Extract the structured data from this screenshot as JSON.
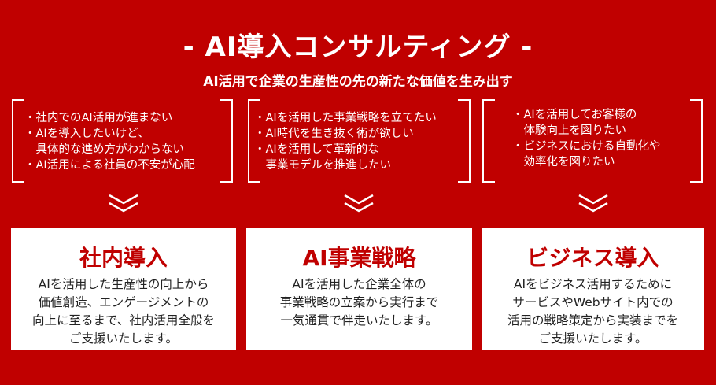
{
  "title": "- AI導入コンサルティング -",
  "subtitle": "AI活用で企業の生産性の先の新たな価値を生み出す",
  "columns": [
    {
      "concerns": "・社内でのAI活用が進まない\n・AIを導入したいけど、\n　具体的な進め方がわからない\n・AI活用による社員の不安が心配",
      "heading": "社内導入",
      "body": "AIを活用した生産性の向上から\n価値創造、エンゲージメントの\n向上に至るまで、社内活用全般を\nご支援いたします。"
    },
    {
      "concerns": "・AIを活用した事業戦略を立てたい\n・AI時代を生き抜く術が欲しい\n・AIを活用して革新的な\n　事業モデルを推進したい",
      "heading": "AI事業戦略",
      "body": "AIを活用した企業全体の\n事業戦略の立案から実行まで\n一気通貫で伴走いたします。"
    },
    {
      "concerns": "・AIを活用してお客様の\n　体験向上を図りたい\n・ビジネスにおける自動化や\n　効率化を図りたい",
      "heading": "ビジネス導入",
      "body": "AIをビジネス活用するために\nサービスやWebサイト内での\n活用の戦略策定から実装までを\nご支援いたします。"
    }
  ],
  "colors": {
    "background": "#c00000",
    "card": "#ffffff"
  }
}
